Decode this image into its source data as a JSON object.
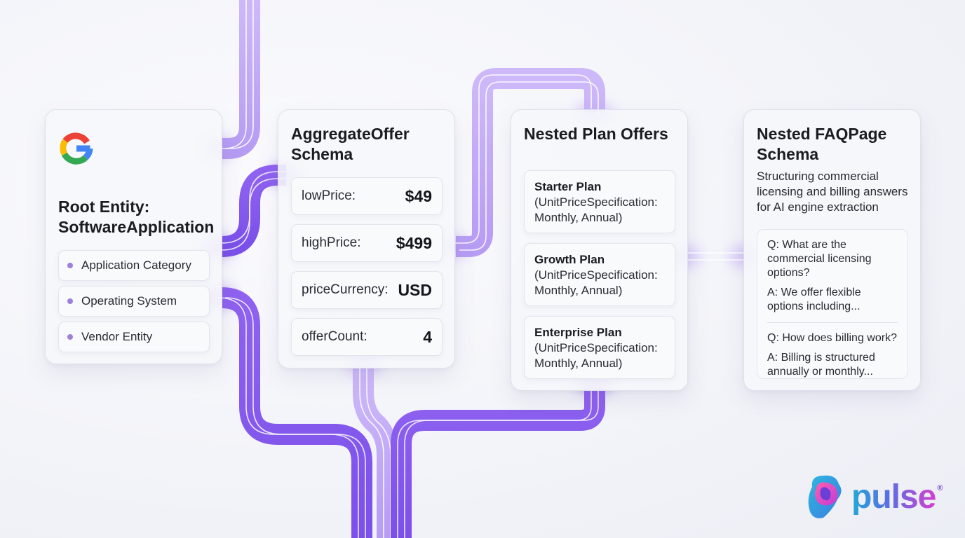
{
  "cards": {
    "root": {
      "title": "Root Entity:\nSoftwareApplication",
      "logo_icon": "google-g-logo",
      "items": [
        "Application Category",
        "Operating System",
        "Vendor Entity"
      ]
    },
    "aggregate": {
      "title": "AggregateOffer\nSchema",
      "rows": [
        {
          "label": "lowPrice:",
          "value": "$49"
        },
        {
          "label": "highPrice:",
          "value": "$499"
        },
        {
          "label": "priceCurrency:",
          "value": "USD"
        },
        {
          "label": "offerCount:",
          "value": "4"
        }
      ]
    },
    "plans": {
      "title": "Nested Plan Offers",
      "items": [
        {
          "name": "Starter Plan",
          "spec": "(UnitPriceSpecification:\nMonthly, Annual)"
        },
        {
          "name": "Growth Plan",
          "spec": "(UnitPriceSpecification:\nMonthly, Annual)"
        },
        {
          "name": "Enterprise Plan",
          "spec": "(UnitPriceSpecification:\nMonthly, Annual)"
        }
      ]
    },
    "faq": {
      "title": "Nested FAQPage\nSchema",
      "description": "Structuring commercial licensing and billing answers for AI engine extraction",
      "qa": [
        {
          "q": "Q: What are the commercial licensing options?",
          "a": "A: We offer flexible options including..."
        },
        {
          "q": "Q: How does billing work?",
          "a": "A: Billing is structured annually or monthly..."
        }
      ]
    }
  },
  "brand": {
    "name": "pulse",
    "mark": "®",
    "icon": "pulse-blob-logo"
  },
  "colors": {
    "connector_dark": "#8156ec",
    "connector_light": "#c4aef7",
    "accent_dot": "#a07ee0",
    "google_blue": "#4285F4",
    "google_red": "#EA4335",
    "google_yellow": "#FBBC05",
    "google_green": "#34A853"
  }
}
